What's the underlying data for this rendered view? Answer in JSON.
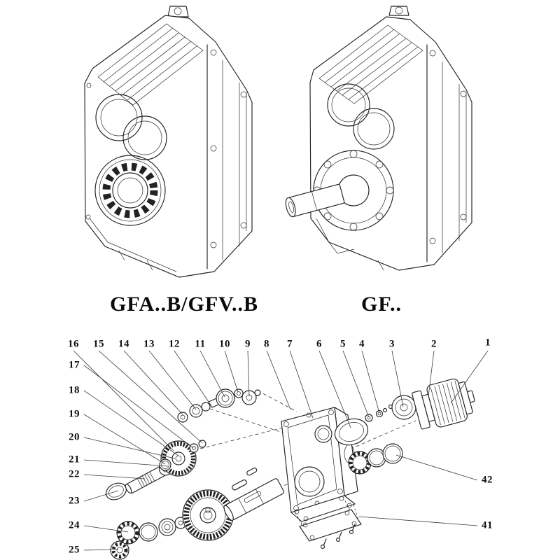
{
  "figures": {
    "left_label": "GFA..B/GFV..B",
    "right_label": "GF.."
  },
  "exploded": {
    "top_numbers": [
      "16",
      "15",
      "14",
      "13",
      "12",
      "11",
      "10",
      "9",
      "8",
      "7",
      "6",
      "5",
      "4",
      "3",
      "2",
      "1"
    ],
    "left_numbers": [
      "17",
      "18",
      "19",
      "20",
      "21",
      "22",
      "23",
      "24",
      "25"
    ],
    "right_numbers": [
      "42",
      "41"
    ]
  },
  "colors": {
    "line": "#222222",
    "background": "#ffffff"
  }
}
